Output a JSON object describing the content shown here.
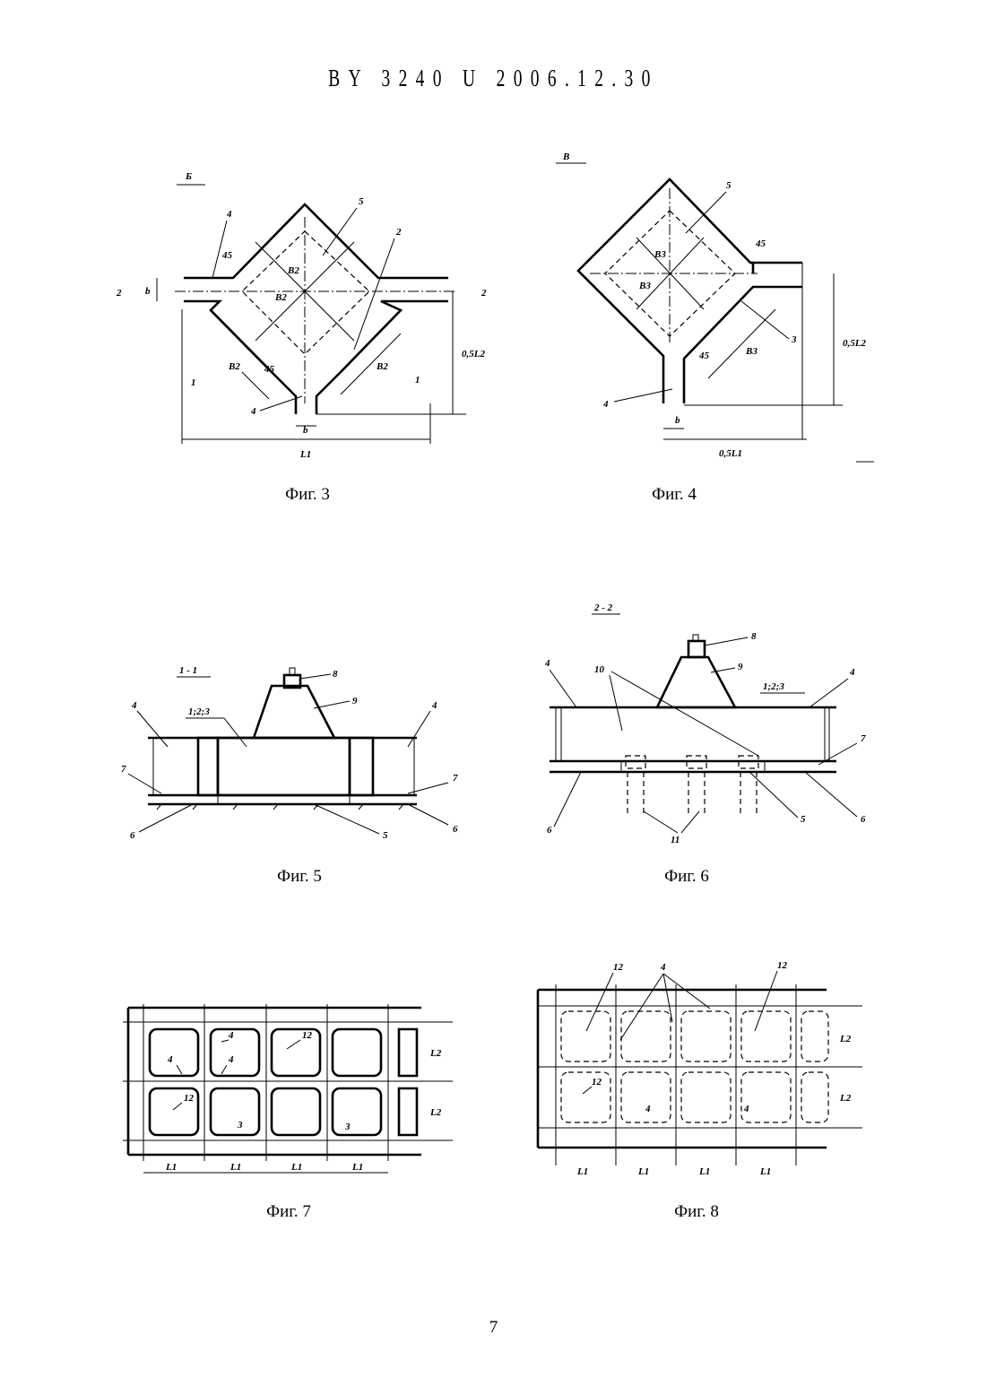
{
  "header": {
    "text": "BY 3240 U 2006.12.30"
  },
  "figures": [
    {
      "id": "fig3",
      "caption": "Фиг. 3",
      "section_mark": "Б",
      "labels": [
        "4",
        "5",
        "2",
        "45",
        "45",
        "b",
        "b",
        "B2",
        "B2",
        "B2",
        "B2",
        "0,5L2",
        "L1",
        "1",
        "1",
        "2",
        "2",
        "4"
      ]
    },
    {
      "id": "fig4",
      "caption": "Фиг. 4",
      "section_mark": "В",
      "labels": [
        "5",
        "45",
        "45",
        "B3",
        "B3",
        "B3",
        "3",
        "0,5L2",
        "4",
        "b",
        "0,5L1"
      ]
    },
    {
      "id": "fig5",
      "caption": "Фиг. 5",
      "section_mark": "1 - 1",
      "labels": [
        "8",
        "9",
        "1;2;3",
        "4",
        "4",
        "7",
        "7",
        "6",
        "6",
        "5"
      ]
    },
    {
      "id": "fig6",
      "caption": "Фиг. 6",
      "section_mark": "2 - 2",
      "labels": [
        "8",
        "9",
        "10",
        "1;2;3",
        "4",
        "4",
        "7",
        "6",
        "5",
        "6",
        "11"
      ]
    },
    {
      "id": "fig7",
      "caption": "Фиг. 7",
      "labels": [
        "4",
        "4",
        "4",
        "12",
        "12",
        "3",
        "3",
        "L2",
        "L2",
        "L1",
        "L1",
        "L1",
        "L1"
      ]
    },
    {
      "id": "fig8",
      "caption": "Фиг. 8",
      "labels": [
        "12",
        "4",
        "12",
        "12",
        "4",
        "4",
        "L2",
        "L2",
        "L1",
        "L1",
        "L1",
        "L1"
      ]
    }
  ],
  "page_number": "7"
}
